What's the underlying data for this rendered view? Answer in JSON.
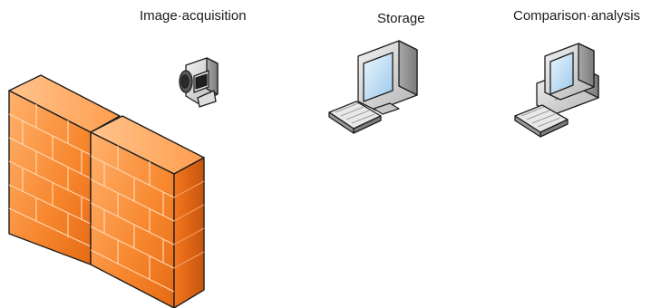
{
  "diagram": {
    "labels": {
      "image_acquisition": "Image·acquisition",
      "storage": "Storage",
      "comparison_analysis": "Comparison·analysis"
    },
    "icons": {
      "firewall": "brick-firewall-icon",
      "camera": "video-camera-icon",
      "storage": "computer-monitor-icon",
      "analysis": "desktop-computer-icon"
    },
    "colors": {
      "brick_light": "#ffb070",
      "brick_mid": "#f7862f",
      "brick_dark": "#d85e10",
      "brick_mortar": "#ffd2a8",
      "outline": "#222222"
    }
  }
}
